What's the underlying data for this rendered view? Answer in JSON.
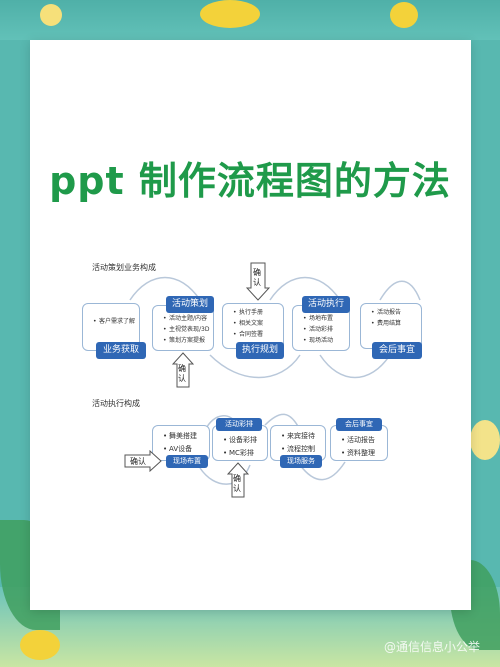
{
  "title": "ppt 制作流程图的方法",
  "section1": {
    "label": "活动策划业务构成",
    "boxes": [
      {
        "tag": "业务获取",
        "items": [
          "客户需求了解"
        ]
      },
      {
        "tag": "活动策划",
        "items": [
          "活动主题/内容",
          "主视觉表现/3D",
          "策划方案提报"
        ]
      },
      {
        "tag": "执行规划",
        "items": [
          "执行手册",
          "相关文案",
          "合同签署"
        ]
      },
      {
        "tag": "活动执行",
        "items": [
          "场地布置",
          "活动彩排",
          "现场活动"
        ]
      },
      {
        "tag": "会后事宜",
        "items": [
          "活动报告",
          "费用结算"
        ]
      }
    ],
    "confirm_top": "确认",
    "confirm_bottom": "确认"
  },
  "section2": {
    "label": "活动执行构成",
    "boxes": [
      {
        "tag": "现场布置",
        "items": [
          "舞美搭建",
          "AV设备"
        ]
      },
      {
        "tag": "活动彩排",
        "items": [
          "设备彩排",
          "MC彩排"
        ]
      },
      {
        "tag": "现场服务",
        "items": [
          "来宾接待",
          "流程控制"
        ]
      },
      {
        "tag": "会后事宜",
        "items": [
          "活动报告",
          "资料整理"
        ]
      }
    ],
    "confirm_left": "确认",
    "confirm_bottom": "确认"
  },
  "watermark": "@通信信息小公举",
  "colors": {
    "title": "#1f9a4a",
    "tag": "#2f67b5",
    "box_border": "#9bb7d6",
    "background": "#58b8b0"
  }
}
